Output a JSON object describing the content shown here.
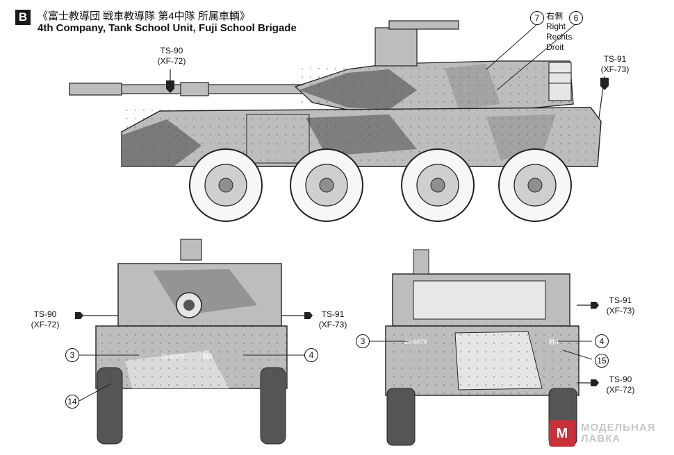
{
  "header": {
    "badge": "B",
    "title_jp": "《富士教導団 戦車教導隊 第4中隊 所属車輌》",
    "title_en": "4th Company, Tank School Unit, Fuji School Brigade"
  },
  "callouts": {
    "side_barrel": {
      "code": "TS-90",
      "paint": "(XF-72)"
    },
    "side_rear": {
      "code": "TS-91",
      "paint": "(XF-73)"
    },
    "side_note": {
      "jp": "右側",
      "en1": "Right",
      "en2": "Rechts",
      "en3": "Droit"
    },
    "front_left": {
      "code": "TS-90",
      "paint": "(XF-72)"
    },
    "front_right": {
      "code": "TS-91",
      "paint": "(XF-73)"
    },
    "rear_top": {
      "code": "TS-91",
      "paint": "(XF-73)"
    },
    "rear_bottom": {
      "code": "TS-90",
      "paint": "(XF-72)"
    }
  },
  "decal_numbers": {
    "n7": "7",
    "n6": "6",
    "front_3": "3",
    "front_4": "4",
    "front_14": "14",
    "rear_3": "3",
    "rear_4": "4",
    "rear_15": "15"
  },
  "plates": {
    "front_plate": "26-6878",
    "front_mark": "戦4",
    "rear_plate": "26-6878",
    "rear_mark": "戦4"
  },
  "watermark": {
    "line1": "МОДЕЛЬНАЯ",
    "line2": "ЛАВКА",
    "mark": "M"
  },
  "colors": {
    "light": "#bdbdbd",
    "dark": "#6f6f6f",
    "mid": "#9a9a9a",
    "outline": "#222222"
  }
}
